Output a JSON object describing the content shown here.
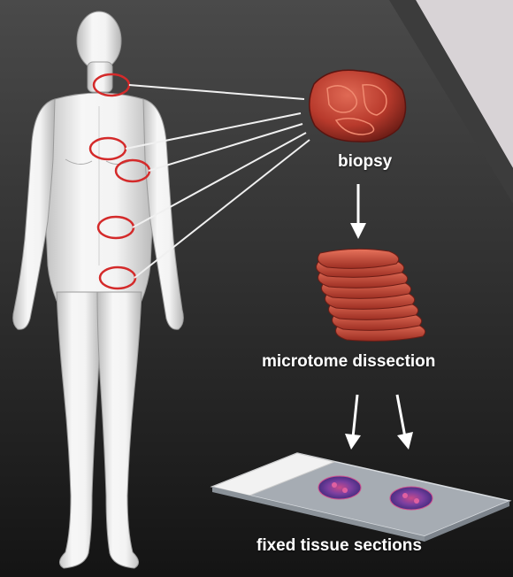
{
  "labels": {
    "biopsy": "biopsy",
    "microtome": "microtome dissection",
    "fixed": "fixed tissue sections"
  },
  "colors": {
    "background_top": "#4a4a4a",
    "background_bottom": "#121212",
    "body_fill": "#eeeeee",
    "marker": "#d42a2a",
    "tissue": "#c0392b",
    "tissue_dark": "#7a1f18",
    "stain_purple": "#7b3fa0",
    "arrow": "#ffffff"
  },
  "icons": {
    "human": "human-silhouette-icon",
    "biopsy": "tissue-blob-icon",
    "slices": "tissue-slices-icon",
    "slide": "glass-slide-icon"
  }
}
